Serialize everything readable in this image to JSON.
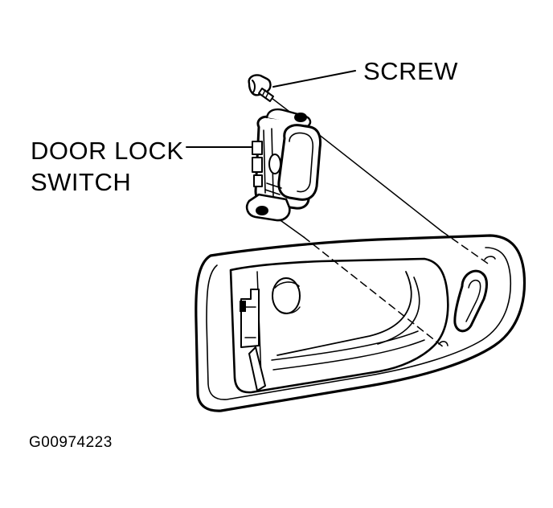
{
  "diagram": {
    "labels": {
      "screw": "SCREW",
      "door_lock_switch_line1": "DOOR LOCK",
      "door_lock_switch_line2": "SWITCH"
    },
    "figure_id": "G00974223"
  }
}
